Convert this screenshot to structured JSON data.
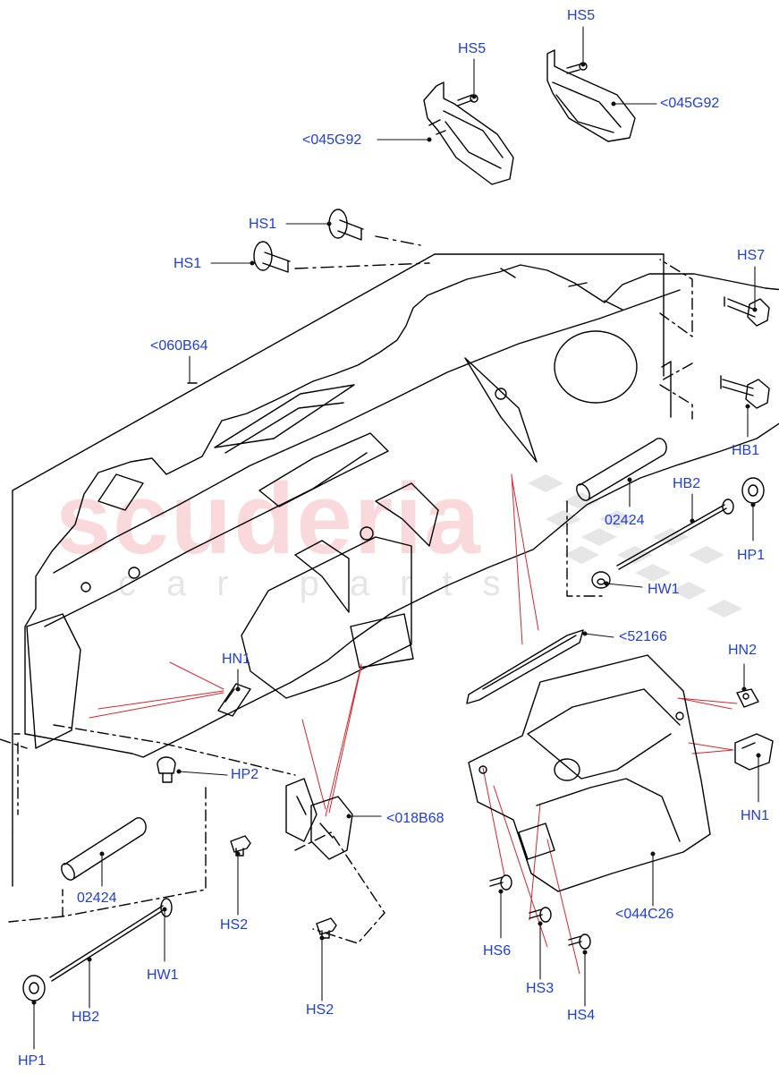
{
  "watermark": {
    "brand": "scuderia",
    "sub": "car parts"
  },
  "colors": {
    "callout": "#1f3fd6",
    "leader": "#111111",
    "red_leader": "#d9252e",
    "part_line": "#000000"
  },
  "callouts": [
    {
      "id": "hs5-a",
      "text": "HS5"
    },
    {
      "id": "hs5-b",
      "text": "HS5"
    },
    {
      "id": "bracket-045g92-a",
      "text": "<045G92"
    },
    {
      "id": "bracket-045g92-b",
      "text": "<045G92"
    },
    {
      "id": "hs1-a",
      "text": "HS1"
    },
    {
      "id": "hs1-b",
      "text": "HS1"
    },
    {
      "id": "hs7",
      "text": "HS7"
    },
    {
      "id": "crossbeam-060b64",
      "text": "<060B64"
    },
    {
      "id": "hb1",
      "text": "HB1"
    },
    {
      "id": "hb2-right",
      "text": "HB2"
    },
    {
      "id": "sleeve-02424-right",
      "text": "02424"
    },
    {
      "id": "hp1-right",
      "text": "HP1"
    },
    {
      "id": "hw1-right",
      "text": "HW1"
    },
    {
      "id": "part-52166",
      "text": "<52166"
    },
    {
      "id": "hn1-left",
      "text": "HN1"
    },
    {
      "id": "hn2",
      "text": "HN2"
    },
    {
      "id": "hp2",
      "text": "HP2"
    },
    {
      "id": "bracket-018b68",
      "text": "<018B68"
    },
    {
      "id": "hn1-right",
      "text": "HN1"
    },
    {
      "id": "sleeve-02424-left",
      "text": "02424"
    },
    {
      "id": "hs2-a",
      "text": "HS2"
    },
    {
      "id": "hs6",
      "text": "HS6"
    },
    {
      "id": "bracket-044c26",
      "text": "<044C26"
    },
    {
      "id": "hw1-left",
      "text": "HW1"
    },
    {
      "id": "hs3",
      "text": "HS3"
    },
    {
      "id": "hb2-left",
      "text": "HB2"
    },
    {
      "id": "hs2-b",
      "text": "HS2"
    },
    {
      "id": "hs4",
      "text": "HS4"
    },
    {
      "id": "hp1-left",
      "text": "HP1"
    }
  ]
}
